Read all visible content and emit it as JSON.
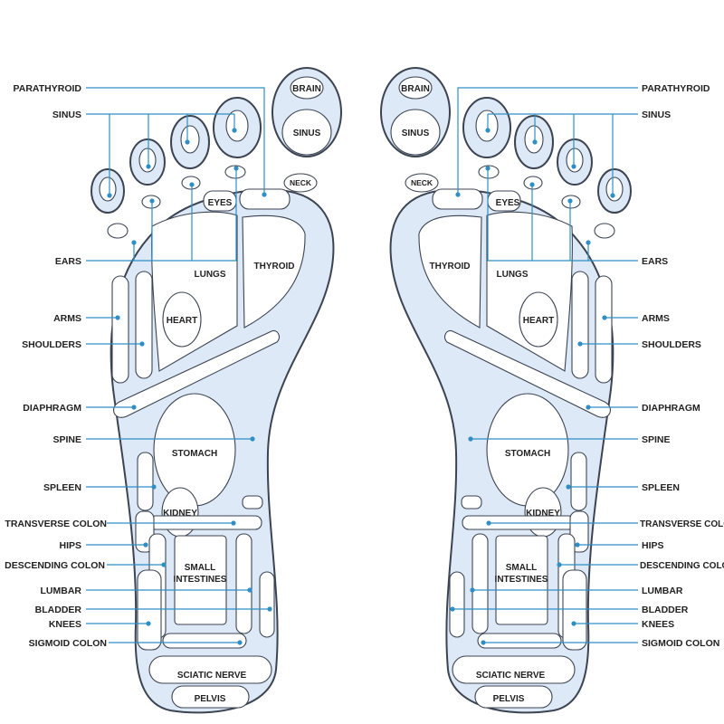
{
  "colors": {
    "sole": "#dde9f6",
    "outline": "#3c4452",
    "leader": "#2f8fc4",
    "zone": "#ffffff",
    "text": "#222222"
  },
  "labels": {
    "left": [
      "PARATHYROID",
      "SINUS",
      "EARS",
      "ARMS",
      "SHOULDERS",
      "DIAPHRAGM",
      "SPINE",
      "SPLEEN",
      "TRANSVERSE COLON",
      "HIPS",
      "DESCENDING COLON",
      "LUMBAR",
      "BLADDER",
      "KNEES",
      "SIGMOID COLON"
    ],
    "right": [
      "PARATHYROID",
      "SINUS",
      "EARS",
      "ARMS",
      "SHOULDERS",
      "DIAPHRAGM",
      "SPINE",
      "SPLEEN",
      "TRANSVERSE COLON",
      "HIPS",
      "DESCENDING COLON",
      "LUMBAR",
      "BLADDER",
      "KNEES",
      "SIGMOID COLON"
    ]
  },
  "zones": {
    "brain": "BRAIN",
    "sinus": "SINUS",
    "neck": "NECK",
    "eyes": "EYES",
    "lungs": "LUNGS",
    "thyroid": "THYROID",
    "heart": "HEART",
    "stomach": "STOMACH",
    "kidney": "KIDNEY",
    "small_intestines_1": "SMALL",
    "small_intestines_2": "INTESTINES",
    "sciatic_nerve": "SCIATIC NERVE",
    "pelvis": "PELVIS"
  }
}
